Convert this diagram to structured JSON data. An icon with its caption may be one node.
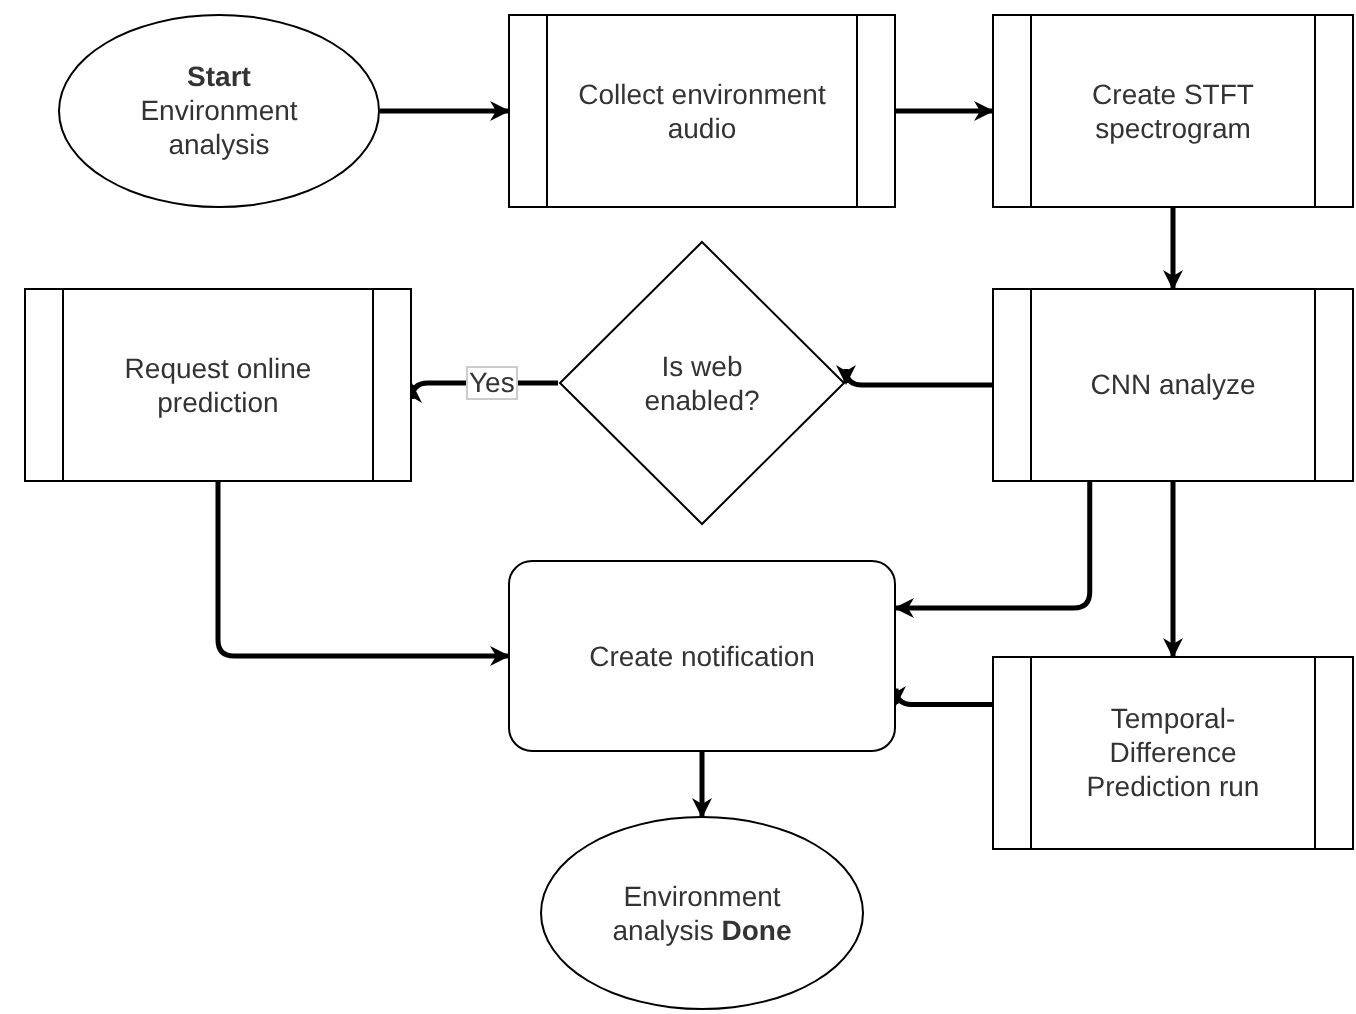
{
  "diagram": {
    "nodes": [
      {
        "text": [
          "**Start** Environment analysis"
        ]
      },
      {
        "text": [
          "Collect environment audio"
        ]
      },
      {
        "text": [
          "Create STFT spectrogram"
        ]
      },
      {
        "text": [
          "CNN analyze"
        ]
      },
      {
        "text": [
          "Is web enabled?"
        ]
      },
      {
        "text": [
          "Request online prediction"
        ]
      },
      {
        "text": [
          "Create notification"
        ]
      },
      {
        "text": [
          "Temporal-Difference Prediction run"
        ]
      },
      {
        "text": [
          "Environment analysis **Done**"
        ]
      }
    ],
    "edges": [
      {
        "from": 0,
        "to": 1,
        "arrow": "to"
      },
      {
        "from": 1,
        "to": 2,
        "arrow": "to"
      },
      {
        "from": 2,
        "to": 3,
        "arrow": "to"
      },
      {
        "from": 3,
        "to": 4,
        "arrow": "to"
      },
      {
        "from": 4,
        "to": 5,
        "arrow": "to",
        "label": "Yes"
      },
      {
        "from": 5,
        "to": 6,
        "arrow": "to"
      },
      {
        "from": 3,
        "to": 6,
        "arrow": "to"
      },
      {
        "from": 3,
        "to": 7,
        "arrow": "to"
      },
      {
        "from": 7,
        "to": 6,
        "arrow": "to"
      },
      {
        "from": 6,
        "to": 8,
        "arrow": "to"
      }
    ]
  }
}
